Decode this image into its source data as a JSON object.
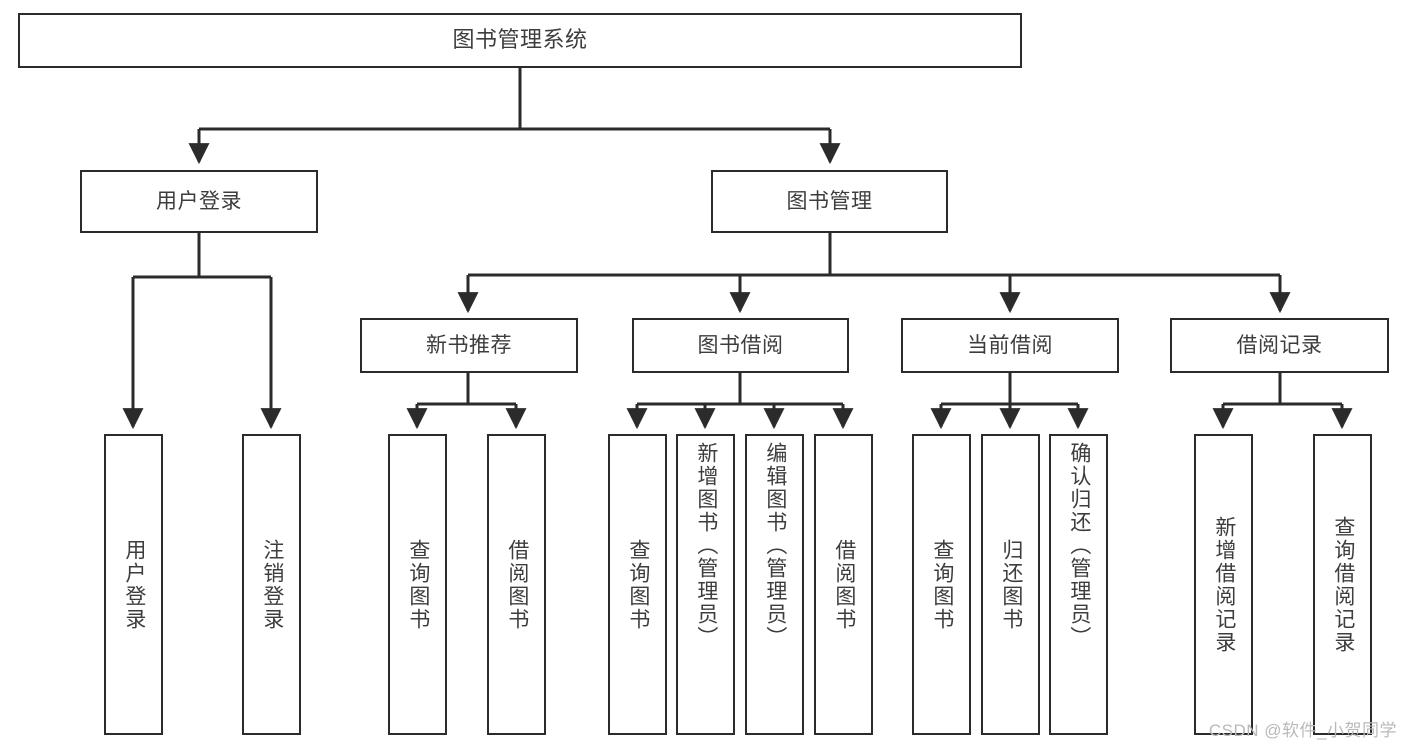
{
  "diagram": {
    "title": "图书管理系统",
    "watermark": "CSDN @软件_小贺同学",
    "colors": {
      "stroke": "#2b2b2b",
      "text": "#3d3d3d",
      "background": "#ffffff",
      "watermark": "#b9b9b9"
    },
    "nodes": {
      "root": "图书管理系统",
      "user_login": "用户登录",
      "book_manage": "图书管理",
      "new_book_rec": "新书推荐",
      "book_borrow": "图书借阅",
      "current_borrow": "当前借阅",
      "borrow_record": "借阅记录",
      "leaf_user_login": "用户登录",
      "leaf_logout": "注销登录",
      "leaf_query_book_1": "查询图书",
      "leaf_borrow_book_1": "借阅图书",
      "leaf_query_book_2": "查询图书",
      "leaf_add_book_admin": "新增图书（管理员）",
      "leaf_edit_book_admin": "编辑图书（管理员）",
      "leaf_borrow_book_2": "借阅图书",
      "leaf_query_book_3": "查询图书",
      "leaf_return_book": "归还图书",
      "leaf_confirm_return_admin": "确认归还（管理员）",
      "leaf_add_record": "新增借阅记录",
      "leaf_query_record": "查询借阅记录"
    },
    "tree": {
      "level1": [
        "图书管理系统"
      ],
      "level2": [
        "用户登录",
        "图书管理"
      ],
      "level3": [
        "新书推荐",
        "图书借阅",
        "当前借阅",
        "借阅记录"
      ],
      "leaves": {
        "用户登录": [
          "用户登录",
          "注销登录"
        ],
        "新书推荐": [
          "查询图书",
          "借阅图书"
        ],
        "图书借阅": [
          "查询图书",
          "新增图书（管理员）",
          "编辑图书（管理员）",
          "借阅图书"
        ],
        "当前借阅": [
          "查询图书",
          "归还图书",
          "确认归还（管理员）"
        ],
        "借阅记录": [
          "新增借阅记录",
          "查询借阅记录"
        ]
      }
    }
  }
}
